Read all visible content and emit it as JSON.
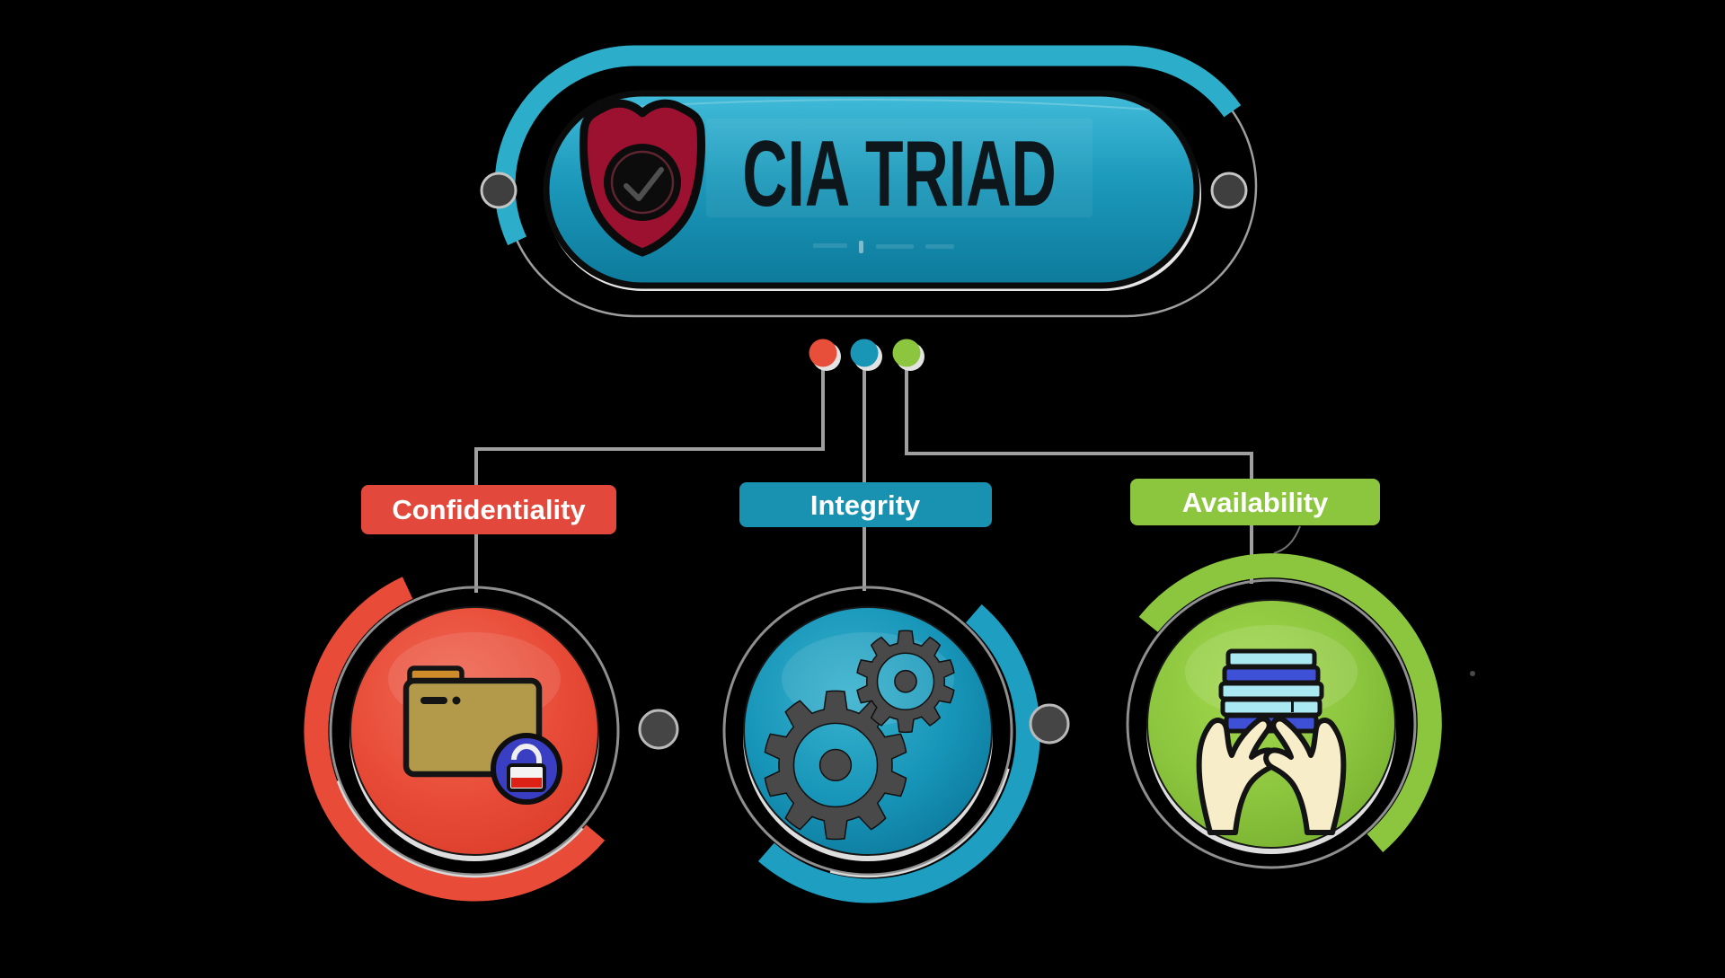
{
  "header": {
    "title": "CIA TRIAD",
    "icon": "shield-check-icon"
  },
  "branches": [
    {
      "label": "Confidentiality",
      "color": "#E2483B",
      "icon": "folder-lock-icon"
    },
    {
      "label": "Integrity",
      "color": "#1892B0",
      "icon": "gears-icon"
    },
    {
      "label": "Availability",
      "color": "#8CC63F",
      "icon": "hands-server-icon"
    }
  ],
  "connector_dots": [
    {
      "name": "red-dot",
      "color": "#E84F3B"
    },
    {
      "name": "blue-dot",
      "color": "#1995B6"
    },
    {
      "name": "green-dot",
      "color": "#8CC63F"
    }
  ],
  "icons": {
    "gear_glyph": "⚙"
  },
  "colors": {
    "background": "#000000",
    "capsule_teal": "#2CAECB",
    "pill_fill_top": "#41BBD9",
    "pill_fill_bottom": "#0D7A9B",
    "shield_red": "#9C1130",
    "confidentiality_red": "#E84C38",
    "integrity_teal": "#1E9FC2",
    "availability_green": "#8CC63F",
    "connector_gray": "#9F9F9F",
    "node_dot_gray": "#454545"
  }
}
